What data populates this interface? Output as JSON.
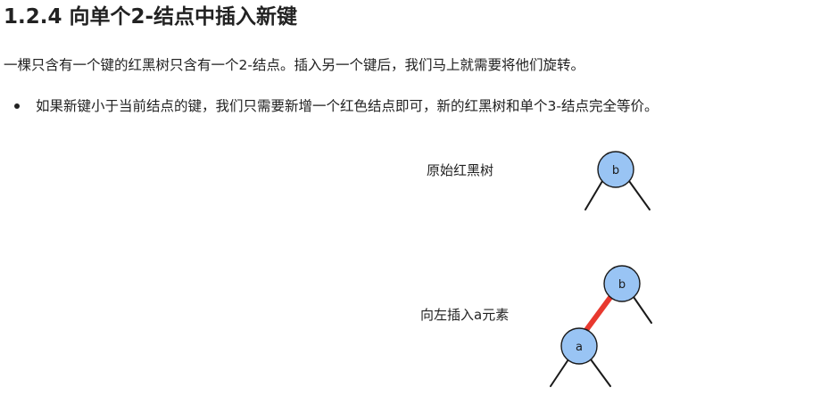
{
  "section": {
    "heading": "1.2.4 向单个2-结点中插入新键",
    "intro": "一棵只含有一个键的红黑树只含有一个2-结点。插入另一个键后，我们马上就需要将他们旋转。",
    "bullets": [
      "如果新键小于当前结点的键，我们只需要新增一个红色结点即可，新的红黑树和单个3-结点完全等价。"
    ]
  },
  "diagram": {
    "original_label": "原始红黑树",
    "insert_label": "向左插入a元素",
    "original_tree": {
      "root_key": "b"
    },
    "inserted_tree": {
      "root_key": "b",
      "left_child_key": "a",
      "link_color": "red"
    }
  },
  "colors": {
    "node_fill": "#99c4f4",
    "red_link": "#e8392f",
    "black_link": "#1a1a1a"
  }
}
